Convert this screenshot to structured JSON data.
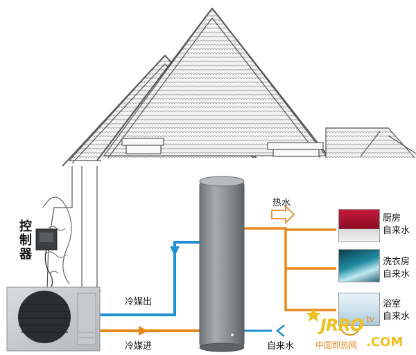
{
  "labels": {
    "controller": "控制器",
    "hot_water": "热水",
    "refrigerant_out": "冷媒出",
    "refrigerant_in": "冷媒进",
    "tap_water_in": "自来水",
    "kitchen_line1": "厨房",
    "kitchen_line2": "自来水",
    "laundry_line1": "洗衣房",
    "laundry_line2": "自来水",
    "bathroom_line1": "浴室",
    "bathroom_line2": "自来水"
  },
  "watermark": {
    "brand": "JRRO",
    "tv": "tv",
    "site_name": "中国即热网",
    "dot_com": ".COM"
  },
  "colors": {
    "hot_pipe": "#e8891e",
    "cold_pipe": "#1f8fd6",
    "tank": "#8a9196",
    "house_line": "#555555"
  }
}
